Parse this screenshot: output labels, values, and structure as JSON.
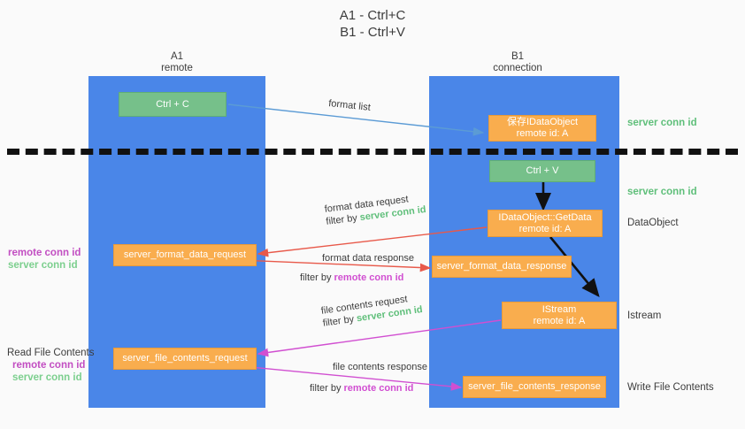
{
  "title": {
    "line1": "A1 - Ctrl+C",
    "line2": "B1 - Ctrl+V"
  },
  "lanes": [
    {
      "name": "A1",
      "sub": "remote"
    },
    {
      "name": "B1",
      "sub": "connection"
    }
  ],
  "nodes": {
    "ctrl_c": {
      "line1": "Ctrl + C",
      "line2": ""
    },
    "ctrl_v": {
      "line1": "Ctrl + V",
      "line2": ""
    },
    "idataobject": {
      "line1": "保存IDataObject",
      "line2": "remote id: A"
    },
    "getdata": {
      "line1": "IDataObject::GetData",
      "line2": "remote id: A"
    },
    "istream": {
      "line1": "IStream",
      "line2": "remote id: A"
    },
    "fmt_req": {
      "line1": "server_format_data_request",
      "line2": ""
    },
    "fmt_resp": {
      "line1": "server_format_data_response",
      "line2": ""
    },
    "file_req": {
      "line1": "server_file_contents_request",
      "line2": ""
    },
    "file_resp": {
      "line1": "server_file_contents_response",
      "line2": ""
    }
  },
  "right_labels": {
    "server_conn_id_1": "server conn id",
    "server_conn_id_2": "server conn id",
    "dataobject": "DataObject",
    "istream": "Istream",
    "write_file_contents": "Write File Contents"
  },
  "left_labels": {
    "remote_conn_id_1": "remote conn id",
    "server_conn_id_1": "server conn id",
    "read_file_contents": "Read File Contents",
    "remote_conn_id_2": "remote conn id",
    "server_conn_id_2": "server conn id"
  },
  "arrow_labels": {
    "format_list": "format list",
    "format_data_request": "format data request",
    "format_data_request_filter_prefix": "filter by ",
    "format_data_request_filter_key": "server conn id",
    "format_data_response": "format data response",
    "format_data_response_filter_prefix": "filter by ",
    "format_data_response_filter_key": "remote conn id",
    "file_contents_request": "file contents request",
    "file_contents_request_filter_prefix": "filter by ",
    "file_contents_request_filter_key": "server conn id",
    "file_contents_response": "file contents response",
    "file_contents_response_filter_prefix": "filter by ",
    "file_contents_response_filter_key": "remote conn id"
  },
  "colors": {
    "lane": "#4a86e8",
    "green_node": "#76c08a",
    "orange_node": "#f9ad4e",
    "server_conn_id": "#5fbf7a",
    "remote_conn_id": "#c24ec2",
    "arrow_blue": "#5b9bd5",
    "arrow_red": "#e8594a",
    "arrow_magenta": "#d14fd1",
    "arrow_black": "#1a1a1a",
    "divider": "#111111",
    "background": "#fafafa"
  }
}
